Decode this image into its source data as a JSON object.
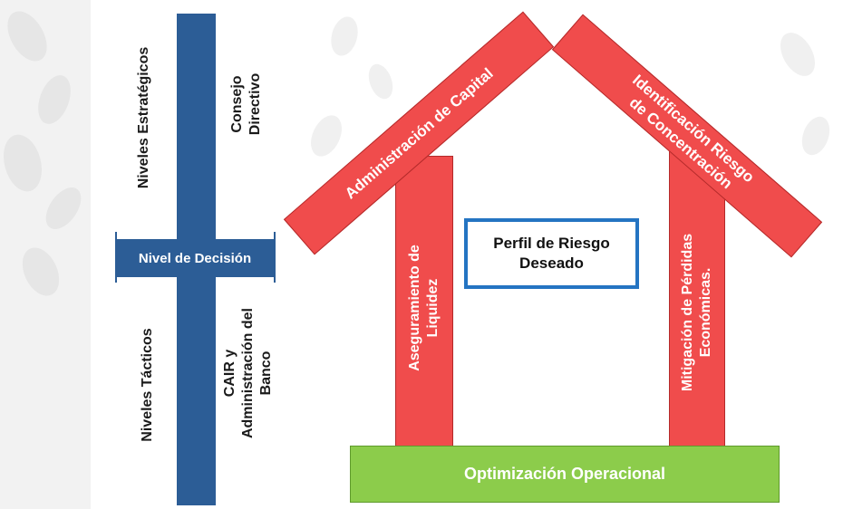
{
  "diagram": {
    "left_axis": {
      "strategic_levels": "Niveles Estratégicos",
      "board": [
        "Consejo",
        "Directivo"
      ],
      "decision_level": "Nivel de Decisión",
      "tactical_levels": "Niveles Tácticos",
      "management": [
        "CAIR y",
        "Administración del",
        "Banco"
      ]
    },
    "house": {
      "roof_left": "Administración de Capital",
      "roof_right": [
        "Identificación Riesgo",
        "de Concentración"
      ],
      "pillar_left": [
        "Aseguramiento de",
        "Liquidez"
      ],
      "pillar_right": [
        "Mitigación de Pérdidas",
        "Económicas."
      ],
      "center_box": [
        "Perfil de Riesgo",
        "Deseado"
      ],
      "foundation": "Optimización Operacional"
    },
    "colors": {
      "axis_blue": "#2c5d96",
      "roof_red": "#f04c4c",
      "foundation_green": "#8ccc4b",
      "box_border": "#2474c2"
    }
  }
}
